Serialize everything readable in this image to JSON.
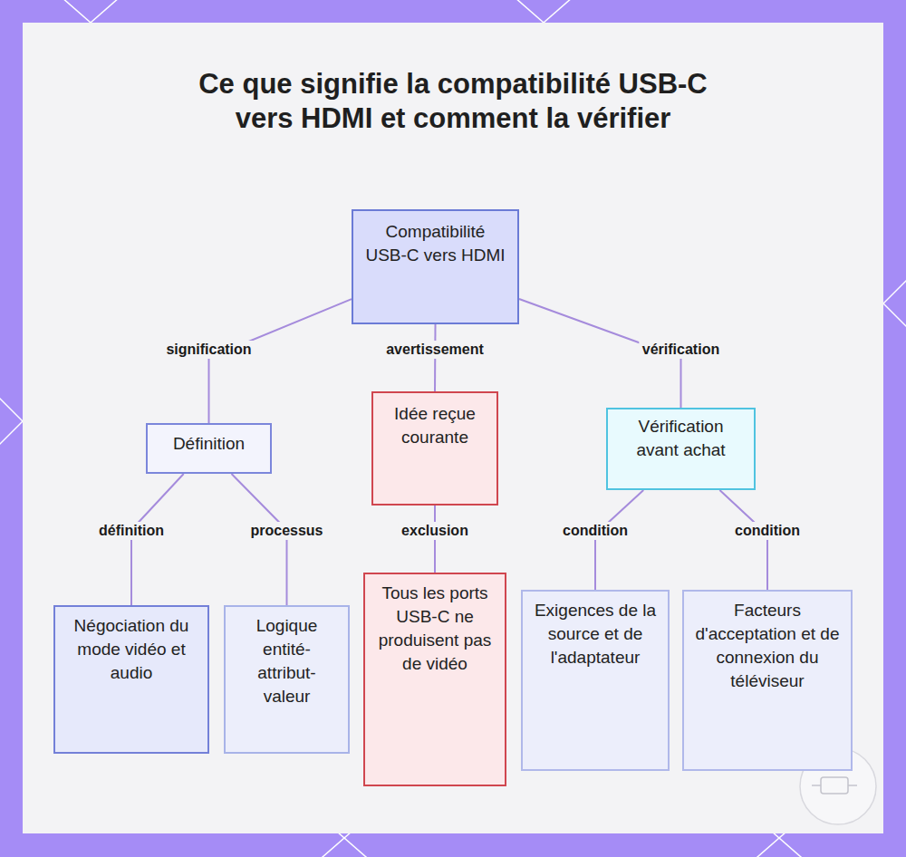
{
  "diagram": {
    "title": "Ce que signifie la compatibilité USB-C vers HDMI et comment la vérifier",
    "nodes": [
      {
        "text": [
          "Compatibilité USB-C vers HDMI"
        ]
      },
      {
        "text": [
          "Définition"
        ]
      },
      {
        "text": [
          "Idée reçue courante"
        ]
      },
      {
        "text": [
          "Vérification avant achat"
        ]
      },
      {
        "text": [
          "Négociation du mode vidéo et audio"
        ]
      },
      {
        "text": [
          "Logique entité-attribut-valeur"
        ]
      },
      {
        "text": [
          "Tous les ports USB-C ne produisent pas de vidéo"
        ]
      },
      {
        "text": [
          "Exigences de la source et de l'adaptateur"
        ]
      },
      {
        "text": [
          "Facteurs d'acceptation et de connexion du téléviseur"
        ]
      }
    ],
    "edges": [
      {
        "from": 0,
        "to": 1,
        "label": "signification",
        "arrow": "none"
      },
      {
        "from": 0,
        "to": 2,
        "label": "avertissement",
        "arrow": "none"
      },
      {
        "from": 0,
        "to": 3,
        "label": "vérification",
        "arrow": "none"
      },
      {
        "from": 1,
        "to": 4,
        "label": "définition",
        "arrow": "none"
      },
      {
        "from": 1,
        "to": 5,
        "label": "processus",
        "arrow": "none"
      },
      {
        "from": 2,
        "to": 6,
        "label": "exclusion",
        "arrow": "none"
      },
      {
        "from": 3,
        "to": 7,
        "label": "condition",
        "arrow": "none"
      },
      {
        "from": 3,
        "to": 8,
        "label": "condition",
        "arrow": "none"
      }
    ]
  }
}
